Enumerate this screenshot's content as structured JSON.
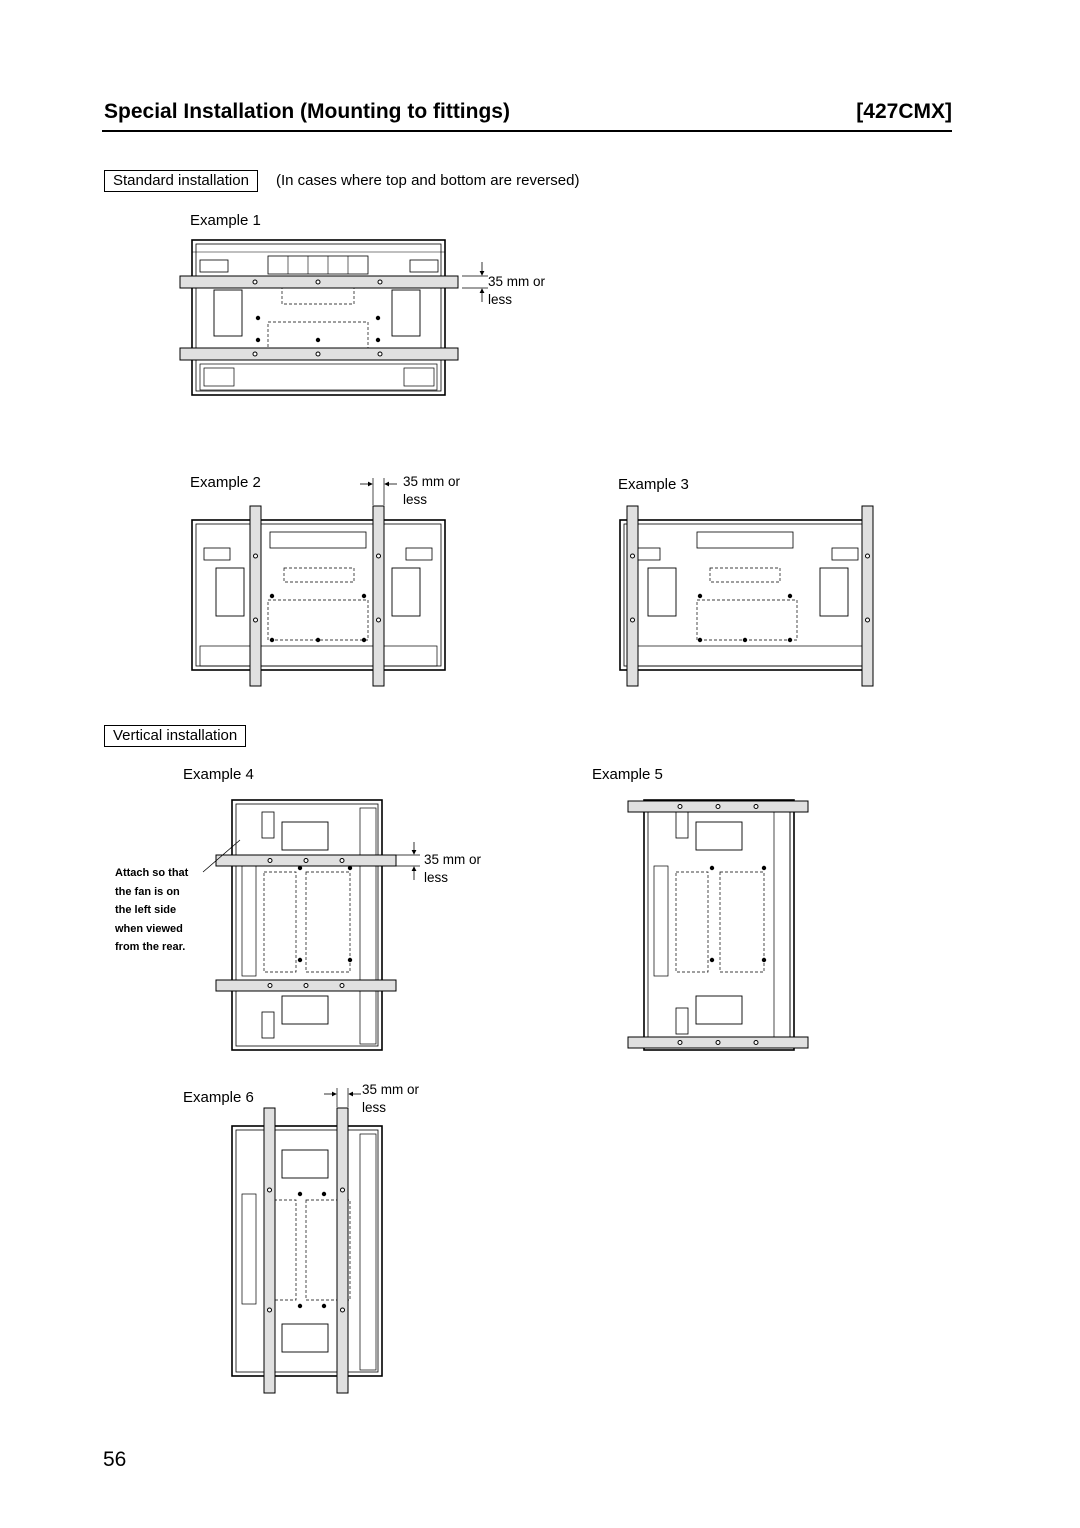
{
  "header": {
    "title": "Special Installation (Mounting to fittings)",
    "model": "[427CMX]"
  },
  "standard": {
    "label": "Standard installation",
    "note": "(In cases where top and bottom are reversed)"
  },
  "examples": {
    "ex1": "Example 1",
    "ex2": "Example 2",
    "ex3": "Example 3",
    "ex4": "Example 4",
    "ex5": "Example 5",
    "ex6": "Example 6"
  },
  "dimension": {
    "line1": "35 mm or",
    "line2": "less"
  },
  "vertical": {
    "label": "Vertical installation"
  },
  "attach_note": {
    "line1": "Attach so that",
    "line2": "the fan is on",
    "line3": "the left side",
    "line4": "when viewed",
    "line5": "from the rear."
  },
  "page_number": "56"
}
